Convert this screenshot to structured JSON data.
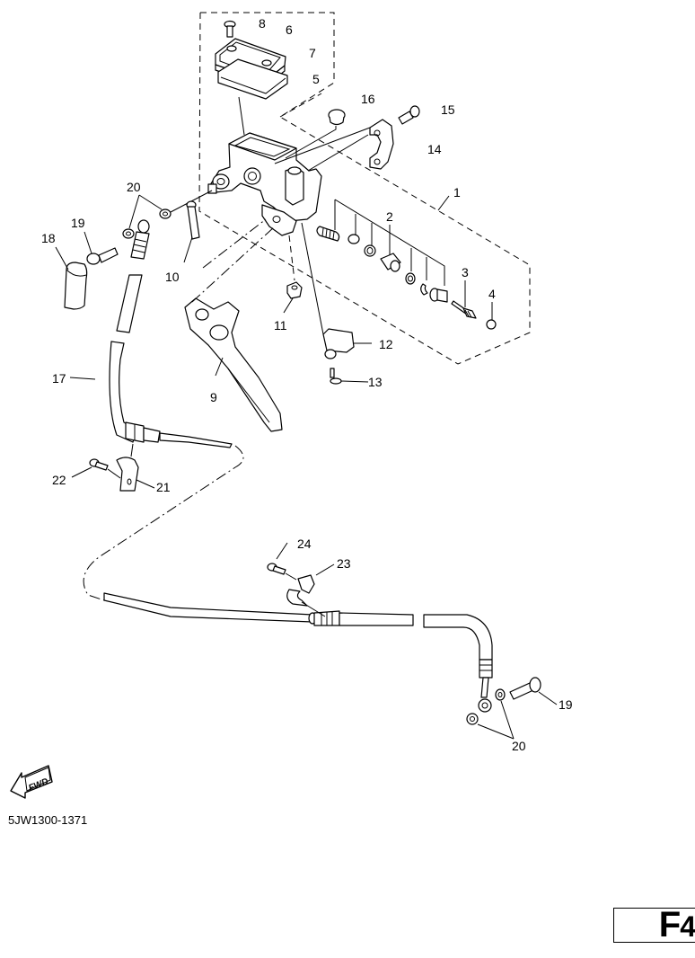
{
  "diagram": {
    "title": "Master cylinder / brake hose exploded parts view",
    "diagram_code": "5JW1300-1371",
    "page_letter": "F",
    "page_number": "4",
    "fwd_label": "FWD",
    "fwd_icon": "fwd-arrow-icon",
    "callouts": [
      {
        "id": "1",
        "label": "1",
        "part": "master-cylinder-kit"
      },
      {
        "id": "2",
        "label": "2",
        "part": "piston"
      },
      {
        "id": "3",
        "label": "3",
        "part": "push-rod"
      },
      {
        "id": "4",
        "label": "4",
        "part": "boot-cap"
      },
      {
        "id": "5",
        "label": "5",
        "part": "diaphragm-holder"
      },
      {
        "id": "6",
        "label": "6",
        "part": "reservoir-cap"
      },
      {
        "id": "7",
        "label": "7",
        "part": "diaphragm"
      },
      {
        "id": "8",
        "label": "8",
        "part": "cap-screw"
      },
      {
        "id": "9",
        "label": "9",
        "part": "lever"
      },
      {
        "id": "10",
        "label": "10",
        "part": "lever-pivot-bolt"
      },
      {
        "id": "11",
        "label": "11",
        "part": "nut"
      },
      {
        "id": "12",
        "label": "12",
        "part": "brake-switch"
      },
      {
        "id": "13",
        "label": "13",
        "part": "switch-screw"
      },
      {
        "id": "14",
        "label": "14",
        "part": "holder-clamp"
      },
      {
        "id": "15",
        "label": "15",
        "part": "clamp-bolt"
      },
      {
        "id": "16",
        "label": "16",
        "part": "rubber-cap"
      },
      {
        "id": "17",
        "label": "17",
        "part": "brake-hose"
      },
      {
        "id": "18",
        "label": "18",
        "part": "union-bolt-cover"
      },
      {
        "id": "19",
        "label": "19",
        "part": "union-bolt"
      },
      {
        "id": "20",
        "label": "20",
        "part": "copper-washer"
      },
      {
        "id": "21",
        "label": "21",
        "part": "hose-holder"
      },
      {
        "id": "22",
        "label": "22",
        "part": "holder-bolt"
      },
      {
        "id": "23",
        "label": "23",
        "part": "hose-clamp"
      },
      {
        "id": "24",
        "label": "24",
        "part": "clamp-bolt-lower"
      }
    ]
  }
}
